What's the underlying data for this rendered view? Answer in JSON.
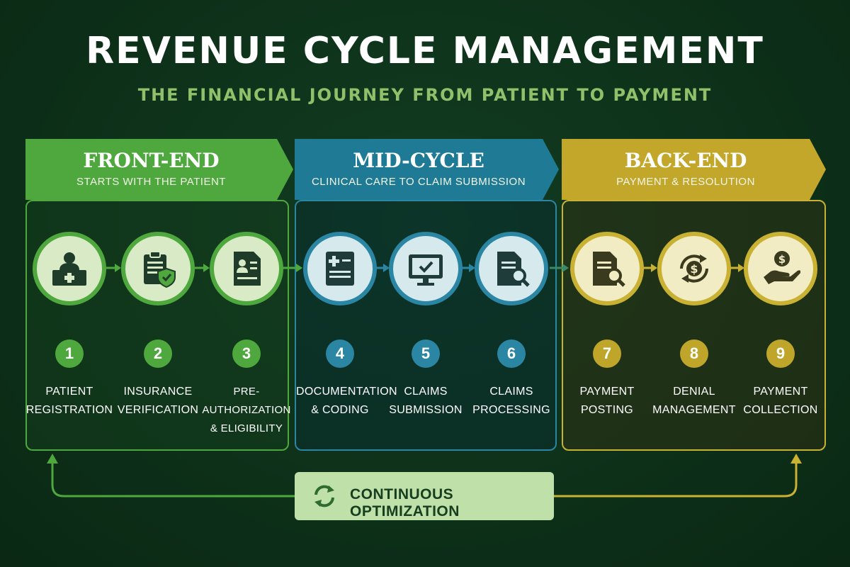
{
  "title": "REVENUE CYCLE MANAGEMENT",
  "subtitle": "THE FINANCIAL JOURNEY FROM PATIENT TO PAYMENT",
  "colors": {
    "green": "#4fa83d",
    "blue": "#2a86a3",
    "gold": "#c9b233",
    "background": "#0d3019"
  },
  "phases": [
    {
      "title": "FRONT-END",
      "subtitle": "STARTS WITH THE PATIENT"
    },
    {
      "title": "MID-CYCLE",
      "subtitle": "CLINICAL CARE TO CLAIM SUBMISSION"
    },
    {
      "title": "BACK-END",
      "subtitle": "PAYMENT & RESOLUTION"
    }
  ],
  "steps": [
    {
      "number": "1",
      "line1": "PATIENT",
      "line2": "REGISTRATION",
      "icon": "patient-desk-icon"
    },
    {
      "number": "2",
      "line1": "INSURANCE",
      "line2": "VERIFICATION",
      "icon": "clipboard-shield-icon"
    },
    {
      "number": "3",
      "line1": "PRE-AUTHORIZATION",
      "line2": "& ELIGIBILITY",
      "icon": "id-document-icon"
    },
    {
      "number": "4",
      "line1": "DOCUMENTATION",
      "line2": "& CODING",
      "icon": "medical-record-icon"
    },
    {
      "number": "5",
      "line1": "CLAIMS",
      "line2": "SUBMISSION",
      "icon": "monitor-check-icon"
    },
    {
      "number": "6",
      "line1": "CLAIMS",
      "line2": "PROCESSING",
      "icon": "document-search-icon"
    },
    {
      "number": "7",
      "line1": "PAYMENT",
      "line2": "POSTING",
      "icon": "document-search-icon"
    },
    {
      "number": "8",
      "line1": "DENIAL",
      "line2": "MANAGEMENT",
      "icon": "dollar-cycle-icon"
    },
    {
      "number": "9",
      "line1": "PAYMENT",
      "line2": "COLLECTION",
      "icon": "hand-coin-icon"
    }
  ],
  "optimization": {
    "label": "CONTINUOUS OPTIMIZATION",
    "icon": "refresh-cycle-icon"
  }
}
